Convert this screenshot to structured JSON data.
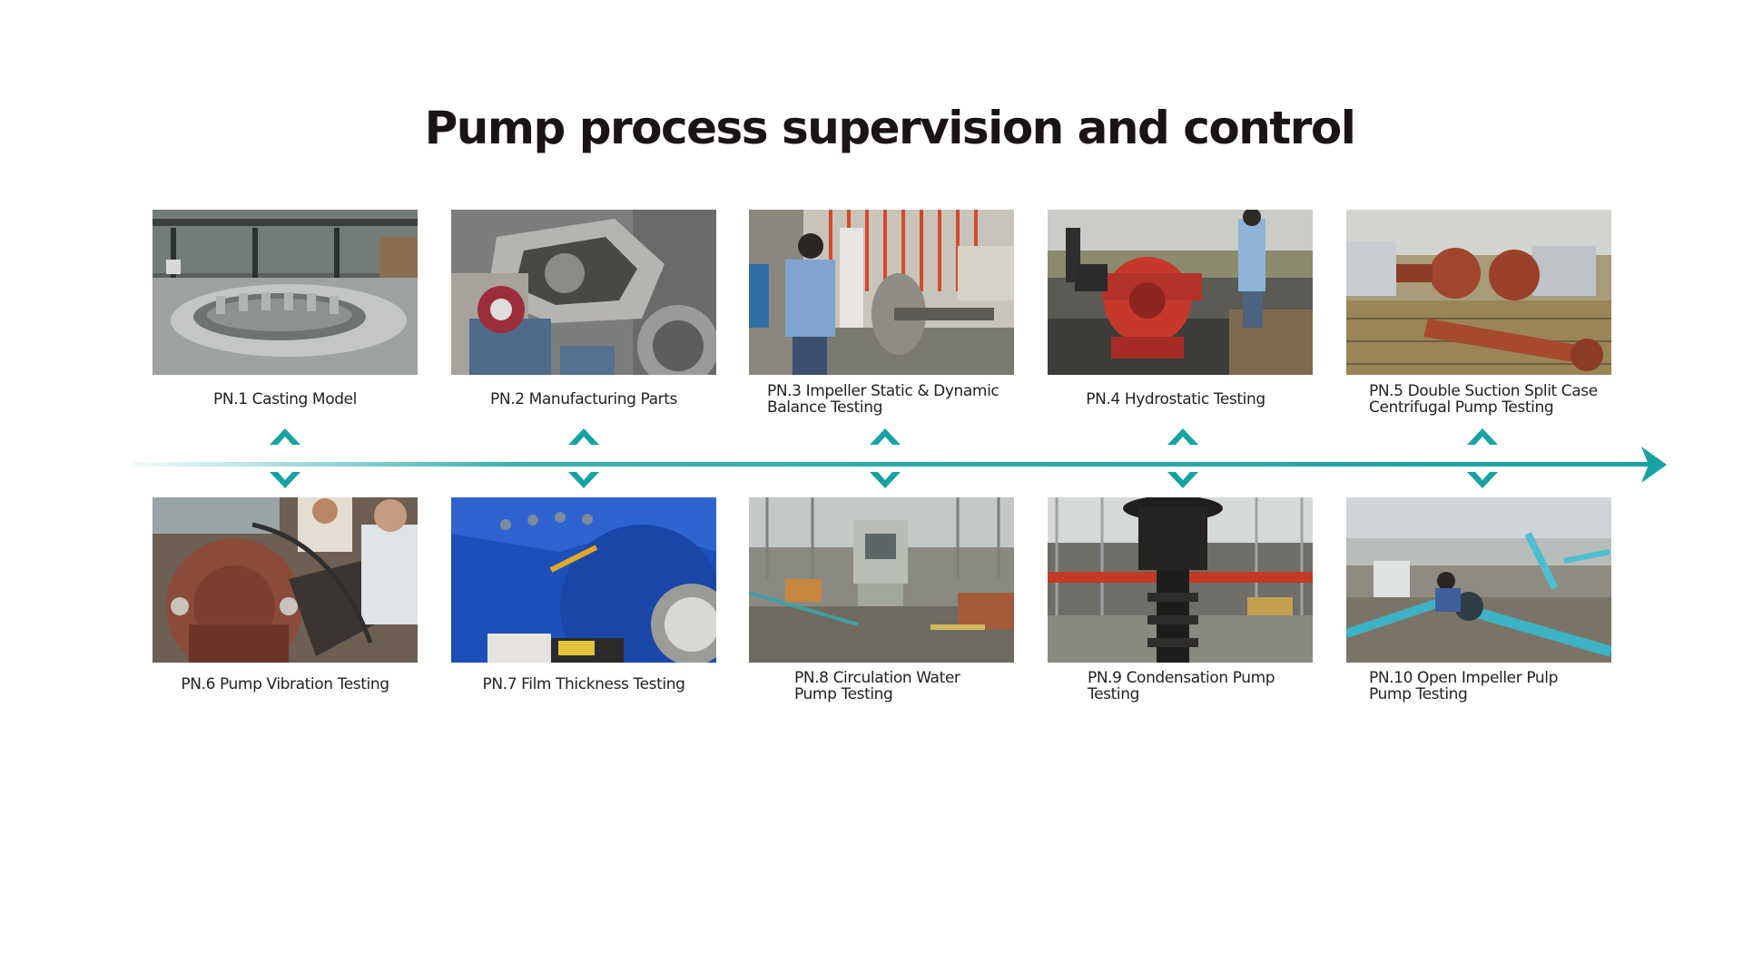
{
  "title": "Pump process supervision and control",
  "colors": {
    "accent": "#17a3a3",
    "title": "#1b1414"
  },
  "top_row": [
    {
      "caption": "PN.1 Casting Model",
      "scene": "casting-pit"
    },
    {
      "caption": "PN.2 Manufacturing Parts",
      "scene": "pump-casing-part"
    },
    {
      "caption": "PN.3  Impeller Static & Dynamic Balance Testing",
      "scene": "balance-machine"
    },
    {
      "caption": "PN.4 Hydrostatic Testing",
      "scene": "red-pump-test"
    },
    {
      "caption": "PN.5 Double Suction Split Case Centrifugal Pump Testing",
      "scene": "split-case-test-bed"
    }
  ],
  "bottom_row": [
    {
      "caption": "PN.6 Pump Vibration Testing",
      "scene": "vibration-test"
    },
    {
      "caption": "PN.7 Film Thickness Testing",
      "scene": "blue-paint-gauge"
    },
    {
      "caption": "PN.8 Circulation Water Pump Testing",
      "scene": "vertical-pump-hall"
    },
    {
      "caption": "PN.9 Condensation Pump Testing",
      "scene": "hanging-vertical-pump"
    },
    {
      "caption": "PN.10 Open Impeller Pulp Pump Testing",
      "scene": "cyan-pipes-test"
    }
  ]
}
